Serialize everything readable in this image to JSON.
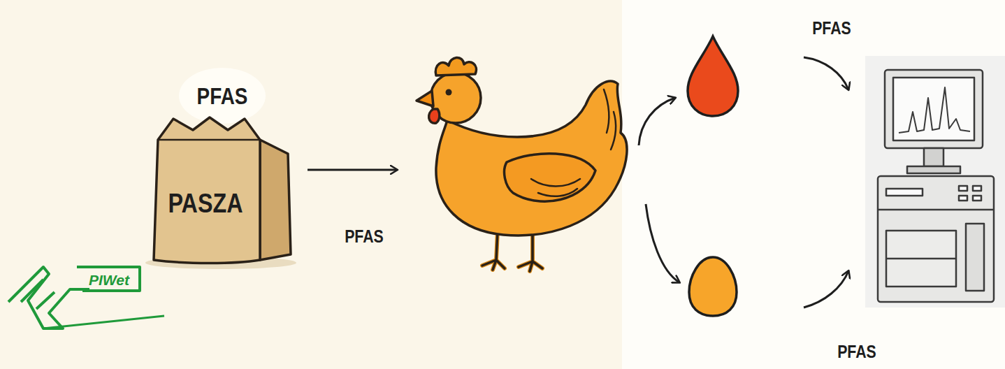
{
  "diagram": {
    "nodes": [
      {
        "text": [
          "PASZA"
        ]
      }
    ],
    "labels": [
      "PFAS",
      "PFAS",
      "PFAS",
      "PFAS",
      "PIWet"
    ]
  }
}
